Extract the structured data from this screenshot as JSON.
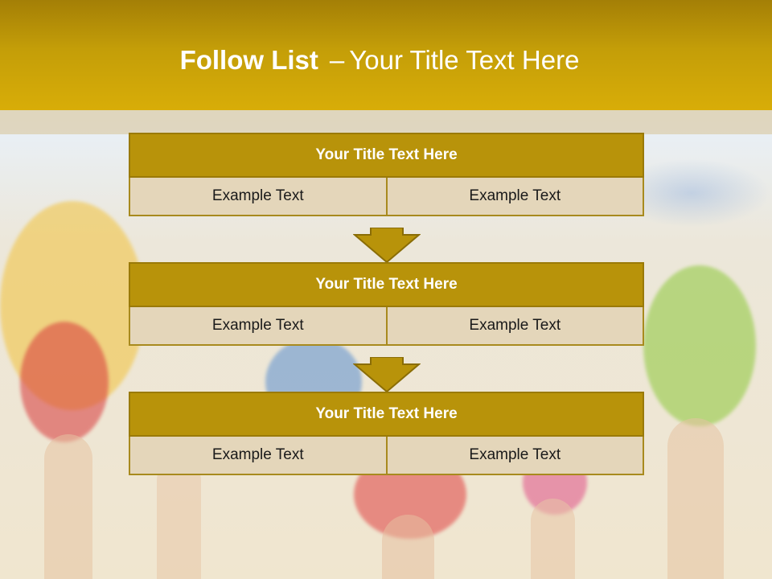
{
  "slide": {
    "title_bold": "Follow List",
    "title_sep": "–",
    "title_rest": "Your Title Text Here"
  },
  "blocks": [
    {
      "title": "Your Title Text Here",
      "cells": [
        "Example Text",
        "Example Text"
      ]
    },
    {
      "title": "Your Title Text Here",
      "cells": [
        "Example Text",
        "Example Text"
      ]
    },
    {
      "title": "Your Title Text Here",
      "cells": [
        "Example Text",
        "Example Text"
      ]
    }
  ],
  "colors": {
    "header": "#c49e08",
    "block_title_fill": "#b8930a",
    "cell_fill": "#e4d6ba",
    "arrow_fill": "#b8930a"
  }
}
